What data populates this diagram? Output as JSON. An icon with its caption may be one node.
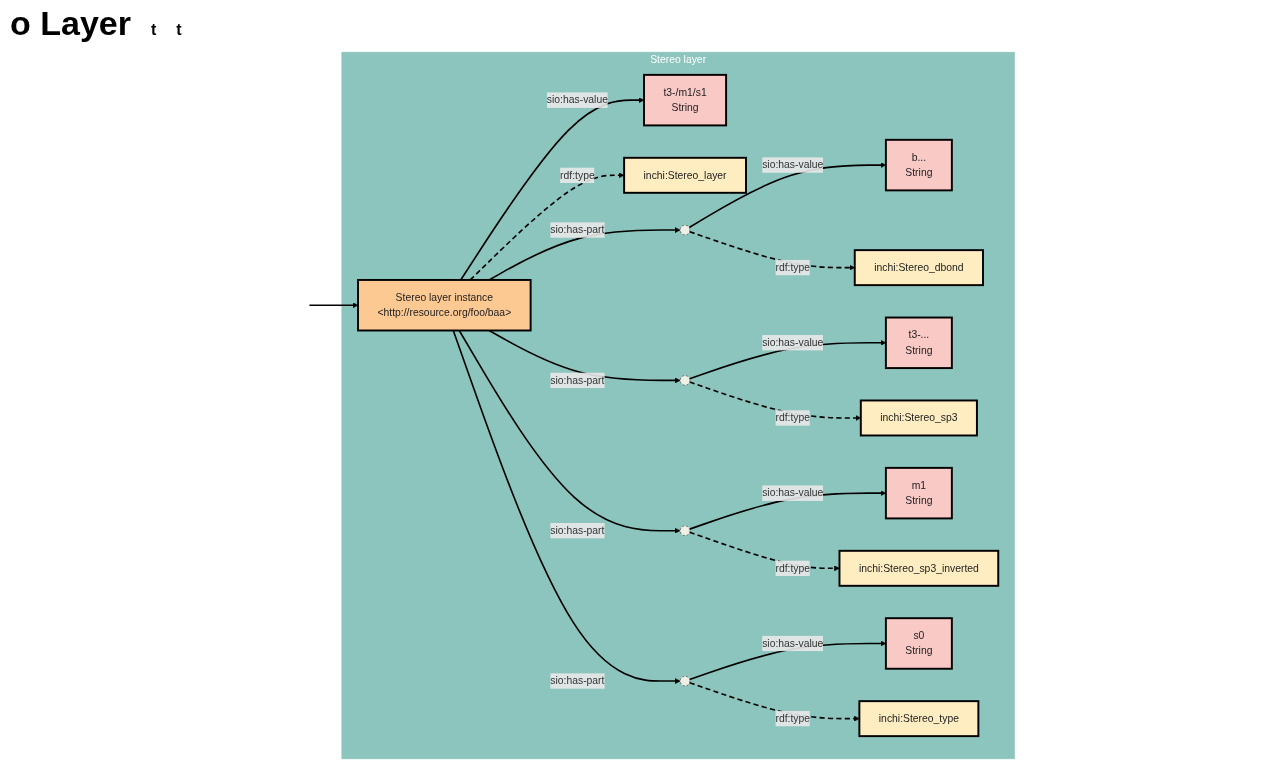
{
  "diagram": {
    "title": "o Layer",
    "nodes": [
      {
        "text": [
          "Stereo layer"
        ]
      },
      {
        "text": [
          "t3-/m1/s1",
          "String"
        ],
        "in": 0
      },
      {
        "text": [
          "inchi:Stereo_layer"
        ],
        "in": 0
      },
      {
        "text": [
          "Stereo layer instance",
          "<http://resource.org/foo/baa>"
        ],
        "in": 0
      },
      {
        "text": [],
        "shape": "circle",
        "in": 0
      },
      {
        "text": [
          "b...",
          "String"
        ],
        "in": 0
      },
      {
        "text": [
          "inchi:Stereo_dbond"
        ],
        "in": 0
      },
      {
        "text": [],
        "shape": "circle",
        "in": 0
      },
      {
        "text": [
          "t3-...",
          "String"
        ],
        "in": 0
      },
      {
        "text": [
          "inchi:Stereo_sp3"
        ],
        "in": 0
      },
      {
        "text": [],
        "shape": "circle",
        "in": 0
      },
      {
        "text": [
          "m1",
          "String"
        ],
        "in": 0
      },
      {
        "text": [
          "inchi:Stereo_sp3_inverted"
        ],
        "in": 0
      },
      {
        "text": [],
        "shape": "circle",
        "in": 0
      },
      {
        "text": [
          "s0",
          "String"
        ],
        "in": 0
      },
      {
        "text": [
          "inchi:Stereo_type"
        ],
        "in": 0
      }
    ],
    "edges": [
      {
        "from": null,
        "to": 3,
        "arrow": "to"
      },
      {
        "from": 3,
        "to": 1,
        "arrow": "to",
        "label": "sio:has-value"
      },
      {
        "from": 3,
        "to": 2,
        "arrow": "to",
        "label": "rdf:type",
        "style": "dashed"
      },
      {
        "from": 3,
        "to": 4,
        "arrow": "to",
        "label": "sio:has-part"
      },
      {
        "from": 3,
        "to": 7,
        "arrow": "to",
        "label": "sio:has-part"
      },
      {
        "from": 3,
        "to": 10,
        "arrow": "to",
        "label": "sio:has-part"
      },
      {
        "from": 3,
        "to": 13,
        "arrow": "to",
        "label": "sio:has-part"
      },
      {
        "from": 4,
        "to": 5,
        "arrow": "to",
        "label": "sio:has-value"
      },
      {
        "from": 4,
        "to": 6,
        "arrow": "to",
        "label": "rdf:type",
        "style": "dashed"
      },
      {
        "from": 7,
        "to": 8,
        "arrow": "to",
        "label": "sio:has-value"
      },
      {
        "from": 7,
        "to": 9,
        "arrow": "to",
        "label": "rdf:type",
        "style": "dashed"
      },
      {
        "from": 10,
        "to": 11,
        "arrow": "to",
        "label": "sio:has-value"
      },
      {
        "from": 10,
        "to": 12,
        "arrow": "to",
        "label": "rdf:type",
        "style": "dashed"
      },
      {
        "from": 13,
        "to": 14,
        "arrow": "to",
        "label": "sio:has-value"
      },
      {
        "from": 13,
        "to": 15,
        "arrow": "to",
        "label": "rdf:type",
        "style": "dashed"
      }
    ],
    "labels": [
      "t",
      "t"
    ]
  }
}
